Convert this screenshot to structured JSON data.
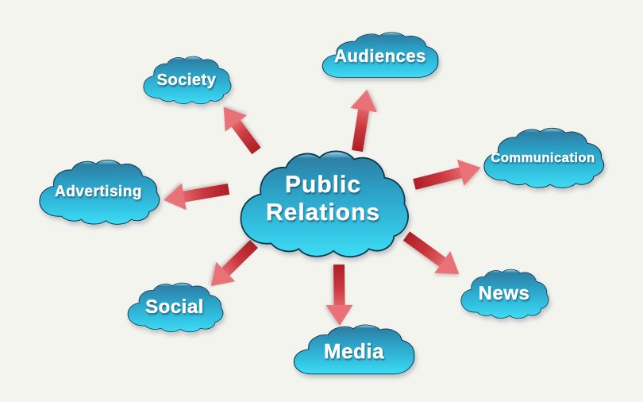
{
  "diagram": {
    "center": {
      "label": "Public Relations",
      "lines": [
        "Public",
        "Relations"
      ]
    },
    "nodes": [
      {
        "id": "society",
        "label": "Society"
      },
      {
        "id": "audiences",
        "label": "Audiences"
      },
      {
        "id": "communication",
        "label": "Communication"
      },
      {
        "id": "news",
        "label": "News"
      },
      {
        "id": "media",
        "label": "Media"
      },
      {
        "id": "social",
        "label": "Social"
      },
      {
        "id": "advertising",
        "label": "Advertising"
      }
    ],
    "edges": [
      {
        "from": "Public Relations",
        "to": "Society"
      },
      {
        "from": "Public Relations",
        "to": "Audiences"
      },
      {
        "from": "Public Relations",
        "to": "Communication"
      },
      {
        "from": "Public Relations",
        "to": "News"
      },
      {
        "from": "Public Relations",
        "to": "Media"
      },
      {
        "from": "Public Relations",
        "to": "Social"
      },
      {
        "from": "Public Relations",
        "to": "Advertising"
      }
    ],
    "colors": {
      "background": "#f4f4ef",
      "cloud_top": "#2e7fa4",
      "cloud_bottom": "#3fdcf4",
      "cloud_outline": "#0c3950",
      "arrow_dark": "#ad1f26",
      "arrow_light": "#e87277",
      "label_text": "#ffffff"
    }
  }
}
